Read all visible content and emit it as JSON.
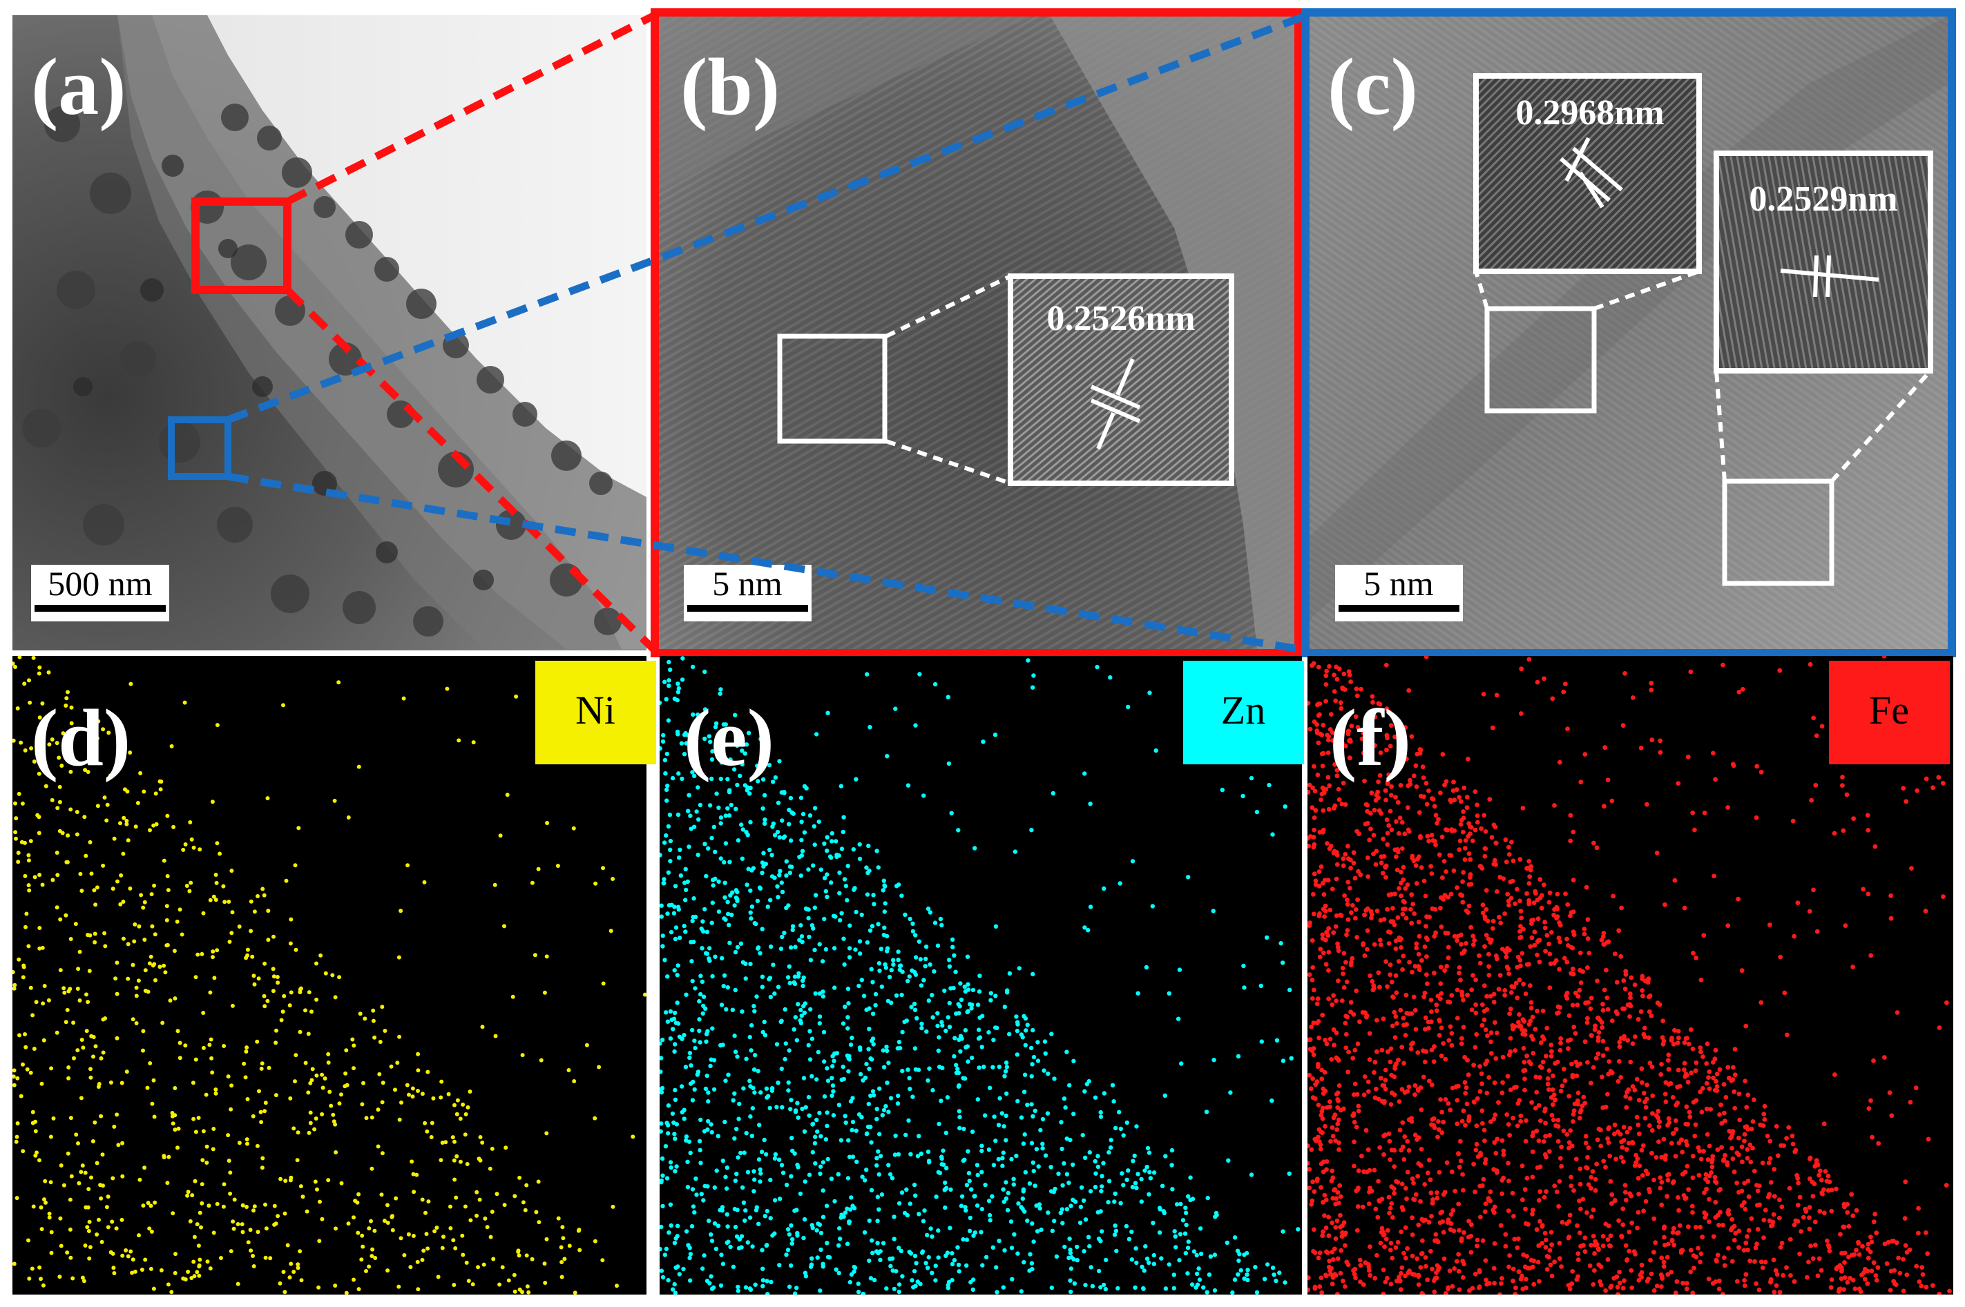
{
  "panels": {
    "a": {
      "label": "(a)",
      "scale_bar": "500 nm"
    },
    "b": {
      "label": "(b)",
      "scale_bar": "5 nm",
      "lattice_spacing": "0.2526nm"
    },
    "c": {
      "label": "(c)",
      "scale_bar": "5 nm",
      "lattice_spacing_1": "0.2968nm",
      "lattice_spacing_2": "0.2529nm"
    },
    "d": {
      "label": "(d)",
      "element": "Ni"
    },
    "e": {
      "label": "(e)",
      "element": "Zn"
    },
    "f": {
      "label": "(f)",
      "element": "Fe"
    }
  },
  "colors": {
    "ni": "#f5f000",
    "zn": "#00ffff",
    "fe": "#ff1a1a",
    "red_box": "#ff1010",
    "blue_box": "#1a6fc4",
    "white": "#ffffff",
    "map_background": "#000000"
  }
}
